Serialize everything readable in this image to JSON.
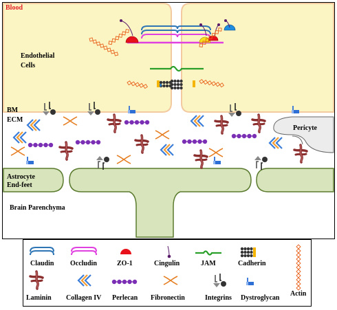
{
  "regions": {
    "blood": "Blood",
    "endothelial_cells": "Endothelial\nCells",
    "bm": "BM",
    "ecm": "ECM",
    "pericyte": "Pericyte",
    "astrocyte": "Astrocyte\nEnd-feet",
    "parenchyma": "Brain Parenchyma"
  },
  "legend": [
    {
      "label": "Claudin",
      "icon": "claudin-icon"
    },
    {
      "label": "Occludin",
      "icon": "occludin-icon"
    },
    {
      "label": "ZO-1",
      "icon": "zo1-icon"
    },
    {
      "label": "Cingulin",
      "icon": "cingulin-icon"
    },
    {
      "label": "JAM",
      "icon": "jam-icon"
    },
    {
      "label": "Cadherin",
      "icon": "cadherin-icon"
    },
    {
      "label": "Actin",
      "icon": "actin-icon"
    },
    {
      "label": "Laminin",
      "icon": "laminin-icon"
    },
    {
      "label": "Collagen IV",
      "icon": "collagen-icon"
    },
    {
      "label": "Perlecan",
      "icon": "perlecan-icon"
    },
    {
      "label": "Fibronectin",
      "icon": "fibronectin-icon"
    },
    {
      "label": "Integrins",
      "icon": "integrin-icon"
    },
    {
      "label": "Dystroglycan",
      "icon": "dystroglycan-icon"
    }
  ],
  "colors": {
    "cell_fill": "#fbf5c4",
    "cell_border": "#f3c9a0",
    "astro_fill": "#d8e4bc",
    "astro_border": "#5a7a2e",
    "pericyte_fill": "#ececec",
    "claudin": "#2e75b6",
    "occludin": "#e040e0",
    "zo1": "#e8101a",
    "cingulin": "#5a1a6a",
    "jam": "#2aa02a",
    "laminin": "#8b2e2e",
    "collagen_blue": "#3b7dd8",
    "collagen_orange": "#f39c32",
    "perlecan": "#7b2fb5",
    "fibronectin": "#e67e22",
    "actin": "#e8601a"
  }
}
